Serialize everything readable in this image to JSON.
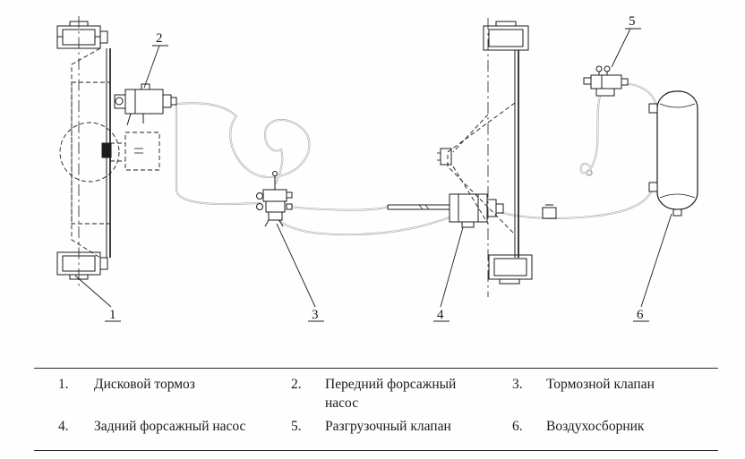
{
  "figure": {
    "callouts": {
      "c1": "1",
      "c2": "2",
      "c3": "3",
      "c4": "4",
      "c5": "5",
      "c6": "6"
    },
    "colors": {
      "ink": "#1c1c1c",
      "tube": "#ababab"
    }
  },
  "legend": {
    "entries": [
      {
        "num": "1.",
        "label": "Дисковой тормоз"
      },
      {
        "num": "2.",
        "label": "Передний форсажный насос"
      },
      {
        "num": "3.",
        "label": "Тормозной клапан"
      },
      {
        "num": "4.",
        "label": "Задний форсажный насос"
      },
      {
        "num": "5.",
        "label": "Разгрузочный клапан"
      },
      {
        "num": "6.",
        "label": "Воздухосборник"
      }
    ]
  }
}
